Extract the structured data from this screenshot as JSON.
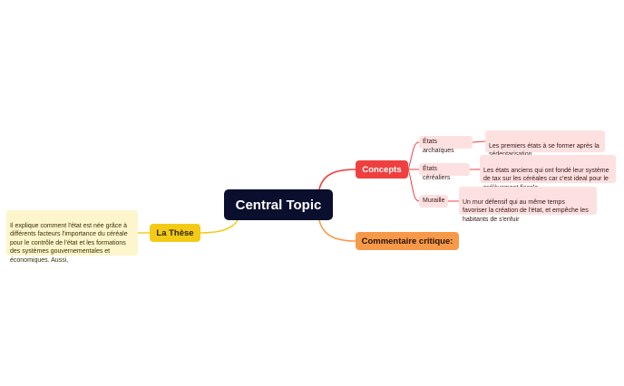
{
  "colors": {
    "central": "#0b0f2e",
    "concepts": "#ef4040",
    "commentaire": "#f69a4a",
    "these": "#f3cb16",
    "concepts_sub": "#fde1e1",
    "these_note": "#fdf5cc"
  },
  "central_topic": "Central Topic",
  "concepts": {
    "label": "Concepts",
    "children": [
      {
        "label": "États archaïques",
        "detail": "Les premiers états à se former après la\nsédentarisation"
      },
      {
        "label": "États céréaliers",
        "detail": "Les états anciens qui ont fondé leur système\nde tax sur les céréales car c'est ideal pour le\nprélèvement fiscale"
      },
      {
        "label": "Muraille",
        "detail": "Un mur défensif qui au même temps\nfavoriser la création de l'état, et empêche les\nhabitants de s'enfuir"
      }
    ]
  },
  "commentaire": {
    "label": "Commentaire critique:"
  },
  "these": {
    "label": "La Thèse",
    "note": "Il explique comment l'état est née grâce à\ndifférents facteurs l'importance du céréale\npour le contrôle de l'état et les formations\ndes systèmes gouvernementales et\néconomiques. Aussi,"
  }
}
